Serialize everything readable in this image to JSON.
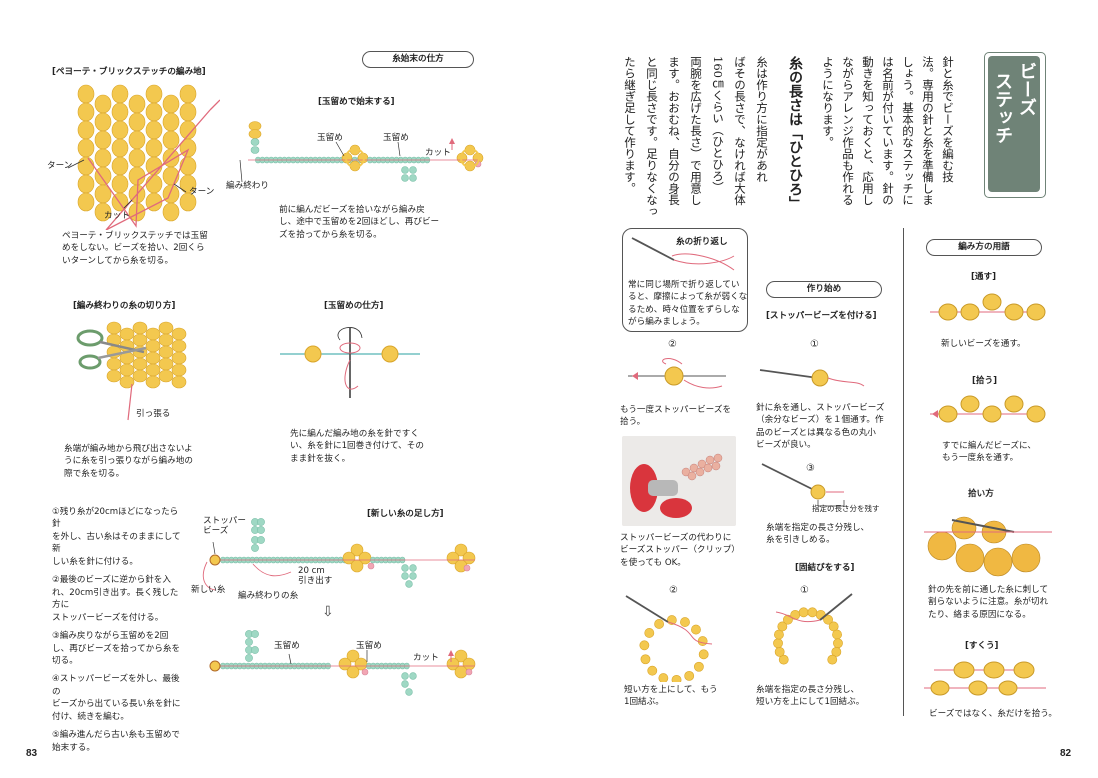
{
  "left": {
    "page_num": "83",
    "section_pill": "糸始末の仕方",
    "brick_title": "[ペヨーテ・ブリックステッチの編み地]",
    "label_turn1": "ターン",
    "label_turn2": "ターン",
    "label_cut": "カット",
    "brick_caption": [
      "ペヨーテ・ブリックステッチでは玉留",
      "めをしない。ビーズを拾い、2回くら",
      "いターンしてから糸を切る。"
    ],
    "tamadome_end_title": "[玉留めで始末する]",
    "label_tamadome_a": "玉留め",
    "label_tamadome_b": "玉留め",
    "label_cut2": "カット",
    "label_amiowari": "編み終わり",
    "tamadome_end_caption": [
      "前に編んだビーズを拾いながら編み戻",
      "し、途中で玉留めを2回ほどし、再びビー",
      "ズを拾ってから糸を切る。"
    ],
    "cutting_title": "[編み終わりの糸の切り方]",
    "label_hippari": "引っ張る",
    "cutting_caption": [
      "糸端が編み地から飛び出さないよ",
      "うに糸を引っ張りながら編み地の",
      "際で糸を切る。"
    ],
    "tamadome_how_title": "[玉留めの仕方]",
    "tamadome_how_caption": [
      "先に編んだ編み地の糸を針ですく",
      "い、糸を針に1回巻き付けて、その",
      "まま針を抜く。"
    ],
    "steps": [
      [
        "①残り糸が20cmほどになったら針",
        "を外し、古い糸はそのままにして新",
        "しい糸を針に付ける。"
      ],
      [
        "②最後のビーズに逆から針を入",
        "れ、20cm引き出す。長く残した方に",
        "ストッパービーズを付ける。"
      ],
      [
        "③編み戻りながら玉留めを2回",
        "し、再びビーズを拾ってから糸を切る。"
      ],
      [
        "④ストッパービーズを外し、最後の",
        "ビーズから出ている長い糸を針に",
        "付け、続きを編む。"
      ],
      [
        "⑤編み進んだら古い糸も玉留めで",
        "始末する。"
      ]
    ],
    "new_thread_title": "[新しい糸の足し方]",
    "label_stopper": [
      "ストッパー",
      "ビーズ"
    ],
    "label_new_thread": "新しい糸",
    "label_20cm": [
      "20 cm",
      "引き出す"
    ],
    "label_old_thread": "編み終わりの糸",
    "label_tamadome_c": "玉留め",
    "label_tamadome_d": "玉留め",
    "label_cut3": "カット"
  },
  "right": {
    "page_num": "82",
    "title_box": [
      "ビーズ",
      "ステッチ"
    ],
    "intro_columns": [
      "針と糸でビーズを編む技",
      "法。専用の針と糸を準備しま",
      "しょう。基本的なステッチに",
      "は名前が付いています。針の",
      "動きを知っておくと、応用し",
      "ながらアレンジ作品も作れる",
      "ようになります。"
    ],
    "heading": "糸の長さは「ひとひろ」",
    "body_columns": [
      "糸は作り方に指定があれ",
      "ばその長さで、なければ大体",
      "160㎝くらい（ひとひろ）",
      "両腕を広げた長さ）で用意し",
      "ます。おおむね、自分の身長",
      "と同じ長さです。足りなくなっ",
      "たら継ぎ足して作ります。"
    ],
    "fold_title": "糸の折り返し",
    "fold_caption": [
      "常に同じ場所で折り返してい",
      "ると、摩擦によって糸が弱くな",
      "るため、時々位置をずらしな",
      "がら編みましょう。"
    ],
    "start_pill": "作り始め",
    "stopper_title": "[ストッパービーズを付ける]",
    "num_2a": "②",
    "num_1a": "①",
    "stopper2_caption": [
      "もう一度ストッパービーズを",
      "拾う。"
    ],
    "stopper1_caption": [
      "針に糸を通し、ストッパービーズ",
      "（余分なビーズ）を１個通す。作",
      "品のビーズとは異なる色の丸小",
      "ビーズが良い。"
    ],
    "num_3": "③",
    "label_nokosu": "指定の長さ分を残す",
    "stopper3_caption": [
      "糸端を指定の長さ分残し、",
      "糸を引きしめる。"
    ],
    "photo_caption": [
      "ストッパービーズの代わりに",
      "ビーズストッパー（クリップ）",
      "を使っても OK。"
    ],
    "ring_title": "[固結びをする]",
    "num_2b": "②",
    "num_1b": "①",
    "ring2_caption": [
      "短い方を上にして、もう",
      "1回結ぶ。"
    ],
    "ring1_caption": [
      "糸端を指定の長さ分残し、",
      "短い方を上にして1回結ぶ。"
    ],
    "terms_pill": "編み方の用語",
    "term_tosu": "[通す]",
    "term_tosu_caption": "新しいビーズを通す。",
    "term_hirou": "[拾う]",
    "term_hirou_caption": [
      "すでに編んだビーズに、",
      "もう一度糸を通す。"
    ],
    "term_hiroikata": "拾い方",
    "term_hiroikata_caption": [
      "針の先を前に通した糸に刺して",
      "割らないように注意。糸が切れ",
      "たり、絡まる原因になる。"
    ],
    "term_sukuu": "[すくう]",
    "term_sukuu_caption": "ビーズではなく、糸だけを拾う。"
  },
  "colors": {
    "bead": "#f3c84f",
    "bead_edge": "#d9a52a",
    "bead_green": "#9fd8c4",
    "bead_pink": "#f2a6b4",
    "thread": "#e06a7c",
    "title_box": "#6f8377",
    "needle": "#555555"
  }
}
